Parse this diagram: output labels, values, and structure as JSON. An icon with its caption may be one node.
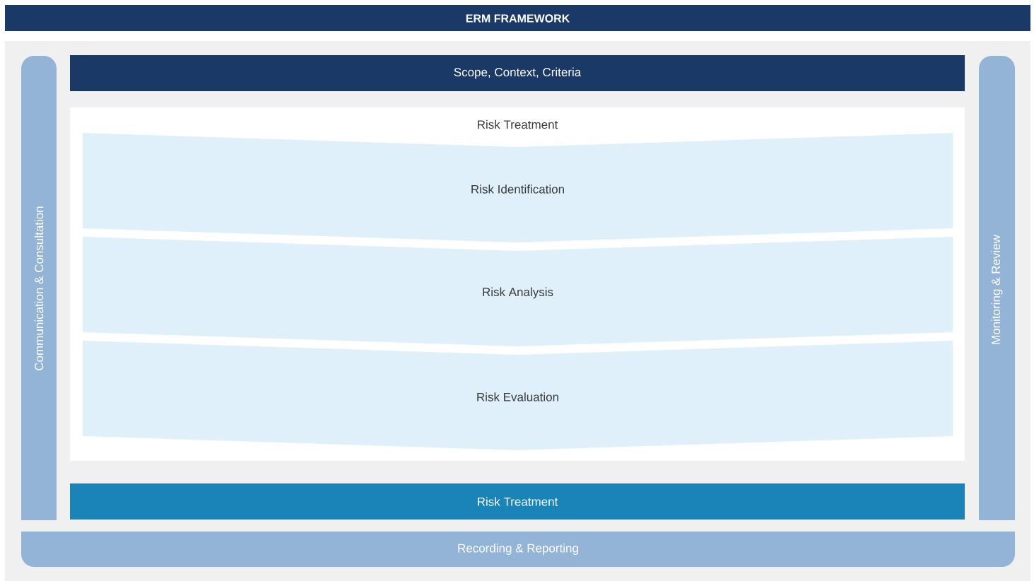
{
  "diagram": {
    "title": "ERM FRAMEWORK",
    "nodes": [
      {
        "text": [
          "Communication & Consultation"
        ]
      },
      {
        "text": [
          "Scope, Context, Criteria"
        ]
      },
      {
        "text": [
          "Risk Treatment"
        ]
      },
      {
        "text": [
          "Risk Identification"
        ],
        "in": 2
      },
      {
        "text": [
          "Risk Analysis"
        ],
        "in": 2
      },
      {
        "text": [
          "Risk Evaluation"
        ],
        "in": 2
      },
      {
        "text": [
          "Risk Treatment"
        ]
      },
      {
        "text": [
          "Monitoring & Review"
        ]
      },
      {
        "text": [
          "Recording & Reporting"
        ]
      }
    ]
  }
}
